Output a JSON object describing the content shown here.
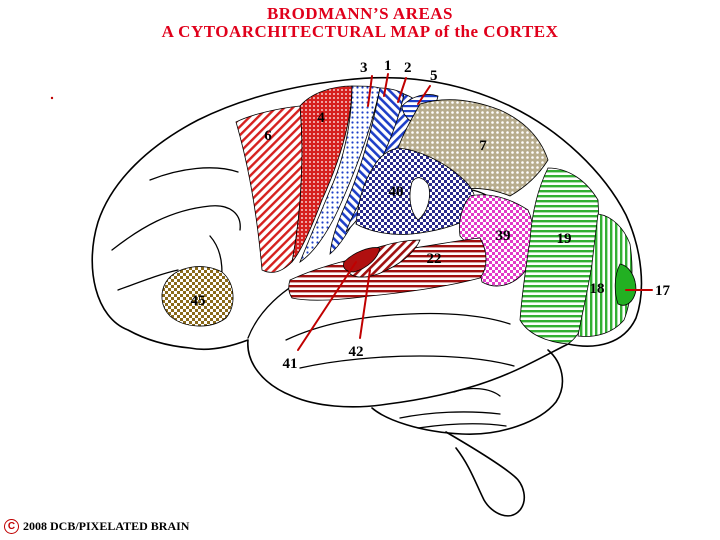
{
  "title_line1": "BRODMANN’S  AREAS",
  "title_line2": "A  CYTOARCHITECTURAL  MAP  of  the  CORTEX",
  "title_color": "#e0001b",
  "copyright_symbol": "C",
  "copyright_text": "2008  DCB/PIXELATED BRAIN",
  "areas": {
    "a1": "1",
    "a2": "2",
    "a3": "3",
    "a4": "4",
    "a5": "5",
    "a6": "6",
    "a7": "7",
    "a17": "17",
    "a18": "18",
    "a19": "19",
    "a22": "22",
    "a39": "39",
    "a40": "40",
    "a41": "41",
    "a42": "42",
    "a45": "45"
  },
  "colors": {
    "red": "#d6201e",
    "darkred": "#a01010",
    "blue": "#1e3fc8",
    "navy": "#2a2a8a",
    "tan": "#b8ad8e",
    "magenta": "#e23ac8",
    "green": "#33b033",
    "olive": "#8a6a1a"
  }
}
